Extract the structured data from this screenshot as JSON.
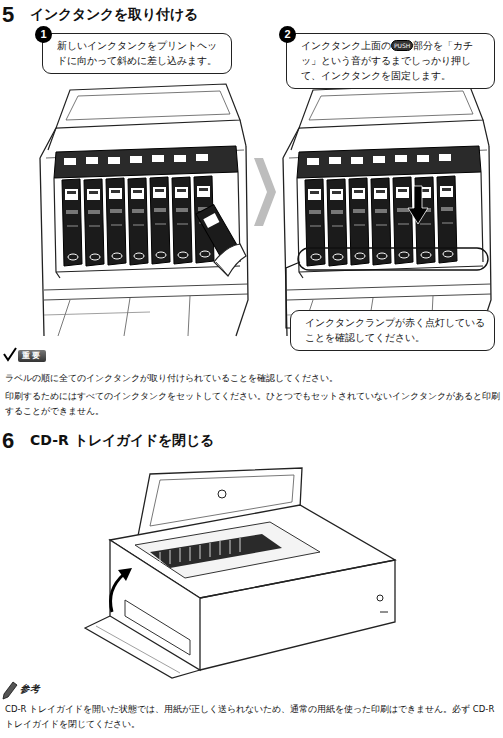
{
  "diagram": {
    "nodes": [
      {
        "text": [
          "1",
          "新しいインクタンクをプリントヘッドに向かって斜めに差し込みます。"
        ]
      },
      {
        "text": [
          "2",
          "インクタンク上面の",
          "PUSH",
          "部分を「カチッ」という音がするまでしっかり押して、インクタンクを固定します。"
        ]
      },
      {
        "text": [
          "インクタンクランプが赤く点灯していることを確認してください。"
        ]
      }
    ],
    "labels": [
      "5",
      "インクタンクを取り付ける",
      "重要",
      "ラベルの順に全てのインクタンクが取り付けられていることを確認してください。",
      "印刷するためにはすべてのインクタンクをセットしてください。ひとつでもセットされていないインクタンクがあると印刷することができません。",
      "6",
      "CD-R トレイガイドを閉じる",
      "参考",
      "CD-R トレイガイドを開いた状態では、用紙が正しく送られないため、通常の用紙を使った印刷はできません。必ず CD-R トレイガイドを閉じてください。"
    ]
  }
}
